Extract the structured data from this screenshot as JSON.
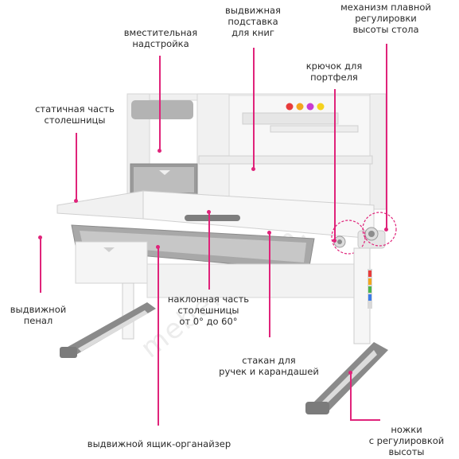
{
  "labels": {
    "addon": [
      "вместительная",
      "надстройка"
    ],
    "stand": [
      "выдвижная",
      "подставка",
      "для книг"
    ],
    "height": [
      "механизм плавной",
      "регулировки",
      "высоты стола"
    ],
    "hook": [
      "крючок для",
      "портфеля"
    ],
    "static": [
      "статичная часть",
      "столешницы"
    ],
    "pencil": [
      "выдвижной",
      "пенал"
    ],
    "tilt": [
      "наклонная часть",
      "столешницы",
      "от 0° до 60°"
    ],
    "cup": [
      "стакан для",
      "ручек и карандашей"
    ],
    "drawer": [
      "выдвижной ящик-органайзер"
    ],
    "legs": [
      "ножки",
      "с регулировкой",
      "высоты"
    ]
  },
  "watermark": "mebelio.com.ua",
  "colors": {
    "accent": "#e0237a",
    "desk_white": "#f4f4f4",
    "desk_gray": "#8a8a8a",
    "dots": [
      "#e83b3b",
      "#f2a51e",
      "#c93bd1",
      "#f5d21e"
    ]
  }
}
